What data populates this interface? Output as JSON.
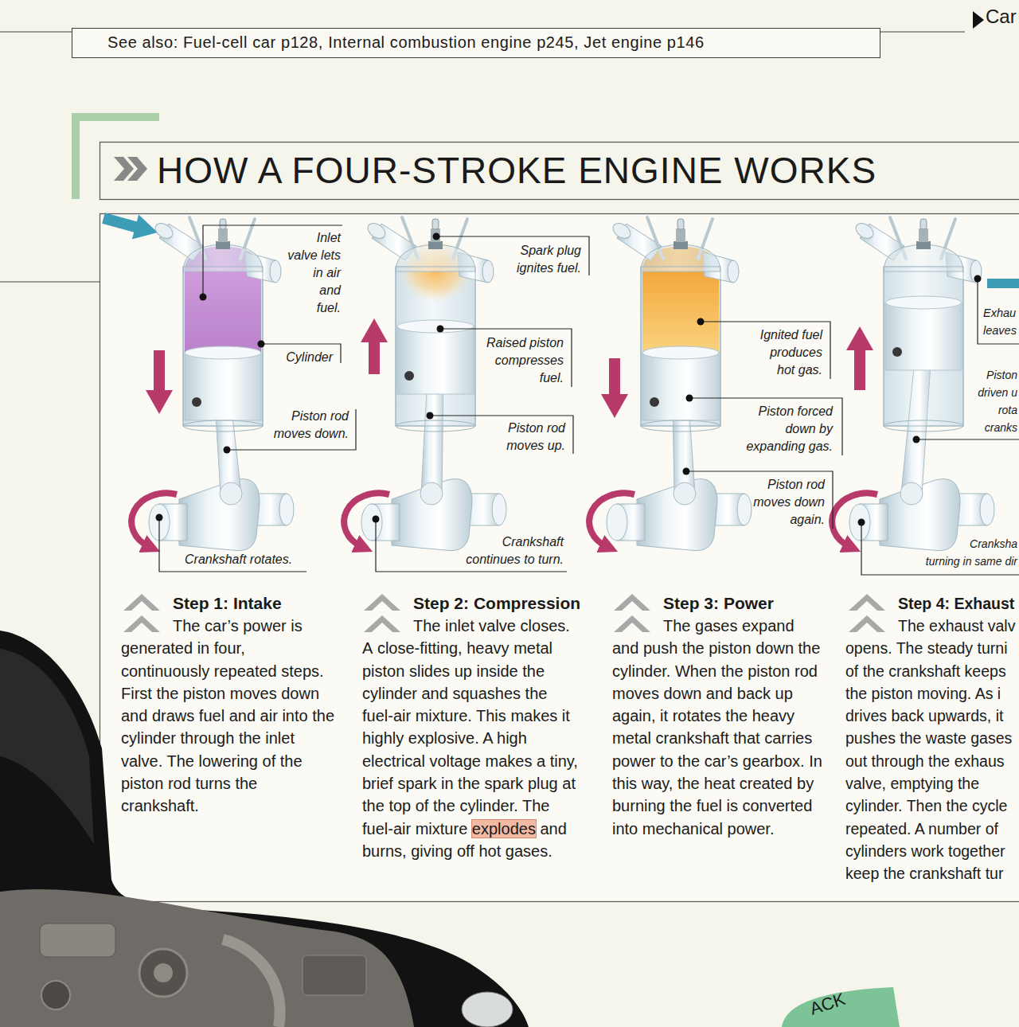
{
  "diagram": {
    "title": "HOW A FOUR-STROKE ENGINE WORKS",
    "nodes": [
      {
        "text": [
          "See also: Fuel-cell car p128, Internal combustion engine p245, Jet engine p146"
        ]
      }
    ],
    "labels": [
      "Car",
      "Inlet valve lets in air and fuel.",
      "Cylinder",
      "Piston rod moves down.",
      "Crankshaft rotates.",
      "Spark plug ignites fuel.",
      "Raised piston compresses fuel.",
      "Piston rod moves up.",
      "Crankshaft continues to turn.",
      "Ignited fuel produces hot gas.",
      "Piston forced down by expanding gas.",
      "Piston rod moves down again.",
      "Exhau leaves",
      "Piston driven u rota cranks",
      "Cranksha turning in same dir",
      "Step 1: Intake",
      "The car’s power is generated in four, continuously repeated steps. First the piston moves down and draws fuel and air into the cylinder through the inlet valve. The lowering of the piston rod turns the crankshaft.",
      "Step 2: Compression",
      "The inlet valve closes. A close-fitting, heavy metal piston slides up inside the cylinder and squashes the fuel-air mixture. This makes it highly explosive. A high electrical voltage makes a tiny, brief spark in the spark plug at the top of the cylinder. The fuel-air mixture explodes and burns, giving off hot gases.",
      "Step 3: Power",
      "The gases expand and push the piston down the cylinder. When the piston rod moves down and back up again, it rotates the heavy metal crankshaft that carries power to the car’s gearbox. In this way, the heat created by burning the fuel is converted into mechanical power.",
      "Step 4: Exhaust",
      "The exhaust valv opens. The steady turni of the crankshaft keeps the piston moving. As i drives back upwards, it pushes the waste gases out through the exhaus valve, emptying the cylinder. Then the cycle repeated. A number of cylinders work together keep the crankshaft tur",
      "ACK"
    ]
  }
}
